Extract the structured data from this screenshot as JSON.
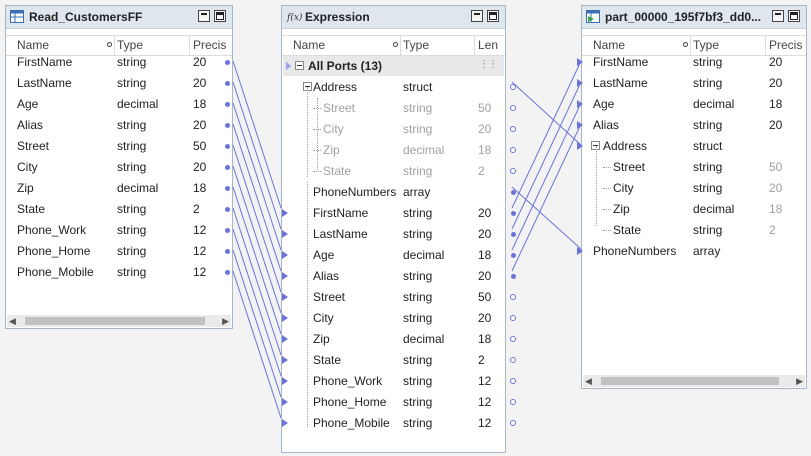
{
  "colors": {
    "link": "#6b73d8",
    "panel_border": "#a7b7c7",
    "title_bg": "#dfe6ee"
  },
  "left": {
    "title": "Read_CustomersFF",
    "icon": "table-icon",
    "headers": [
      "Name",
      "Type",
      "Precis"
    ],
    "rows": [
      [
        "FirstName",
        "string",
        "20"
      ],
      [
        "LastName",
        "string",
        "20"
      ],
      [
        "Age",
        "decimal",
        "18"
      ],
      [
        "Alias",
        "string",
        "20"
      ],
      [
        "Street",
        "string",
        "50"
      ],
      [
        "City",
        "string",
        "20"
      ],
      [
        "Zip",
        "decimal",
        "18"
      ],
      [
        "State",
        "string",
        "2"
      ],
      [
        "Phone_Work",
        "string",
        "12"
      ],
      [
        "Phone_Home",
        "string",
        "12"
      ],
      [
        "Phone_Mobile",
        "string",
        "12"
      ]
    ]
  },
  "middle": {
    "title": "Expression",
    "icon": "function-icon",
    "headers": [
      "Name",
      "Type",
      "Len"
    ],
    "all_ports": "All Ports (13)",
    "rows": [
      {
        "name": "Address",
        "type": "struct",
        "len": ""
      },
      {
        "name": "Street",
        "type": "string",
        "len": "50"
      },
      {
        "name": "City",
        "type": "string",
        "len": "20"
      },
      {
        "name": "Zip",
        "type": "decimal",
        "len": "18"
      },
      {
        "name": "State",
        "type": "string",
        "len": "2"
      },
      {
        "name": "PhoneNumbers",
        "type": "array",
        "len": ""
      },
      {
        "name": "FirstName",
        "type": "string",
        "len": "20"
      },
      {
        "name": "LastName",
        "type": "string",
        "len": "20"
      },
      {
        "name": "Age",
        "type": "decimal",
        "len": "18"
      },
      {
        "name": "Alias",
        "type": "string",
        "len": "20"
      },
      {
        "name": "Street",
        "type": "string",
        "len": "50"
      },
      {
        "name": "City",
        "type": "string",
        "len": "20"
      },
      {
        "name": "Zip",
        "type": "decimal",
        "len": "18"
      },
      {
        "name": "State",
        "type": "string",
        "len": "2"
      },
      {
        "name": "Phone_Work",
        "type": "string",
        "len": "12"
      },
      {
        "name": "Phone_Home",
        "type": "string",
        "len": "12"
      },
      {
        "name": "Phone_Mobile",
        "type": "string",
        "len": "12"
      }
    ]
  },
  "right": {
    "title": "part_00000_195f7bf3_dd0...",
    "icon": "target-table-icon",
    "headers": [
      "Name",
      "Type",
      "Precis"
    ],
    "rows": [
      {
        "name": "FirstName",
        "type": "string",
        "prec": "20"
      },
      {
        "name": "LastName",
        "type": "string",
        "prec": "20"
      },
      {
        "name": "Age",
        "type": "decimal",
        "prec": "18"
      },
      {
        "name": "Alias",
        "type": "string",
        "prec": "20"
      },
      {
        "name": "Address",
        "type": "struct",
        "prec": ""
      },
      {
        "name": "Street",
        "type": "string",
        "prec": "50"
      },
      {
        "name": "City",
        "type": "string",
        "prec": "20"
      },
      {
        "name": "Zip",
        "type": "decimal",
        "prec": "18"
      },
      {
        "name": "State",
        "type": "string",
        "prec": "2"
      },
      {
        "name": "PhoneNumbers",
        "type": "array",
        "prec": ""
      }
    ]
  }
}
